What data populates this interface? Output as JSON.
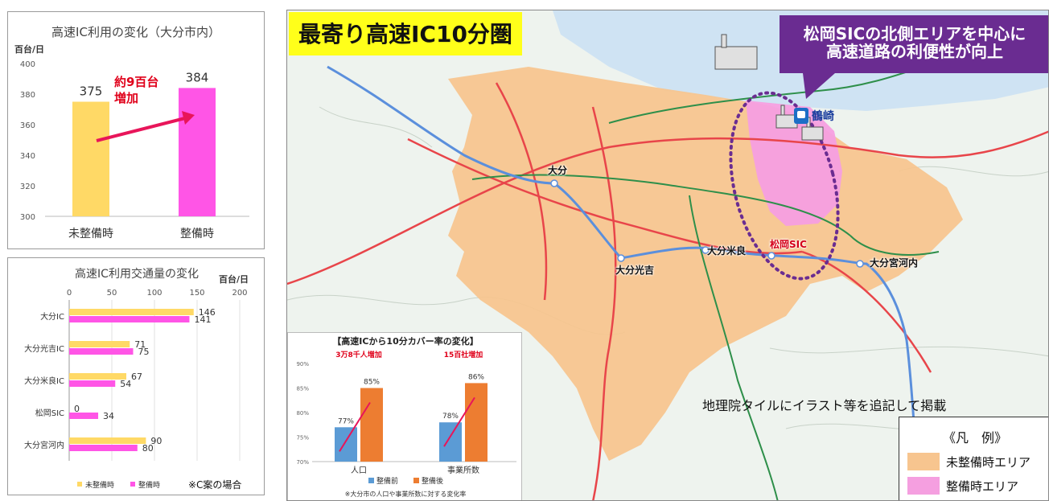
{
  "chart_data": [
    {
      "type": "bar",
      "title": "高速IC利用の変化（大分市内）",
      "ylabel": "百台/日",
      "categories": [
        "未整備時",
        "整備時"
      ],
      "values": [
        375,
        384
      ],
      "data_labels": [
        "375",
        "384"
      ],
      "ylim": [
        300,
        400
      ],
      "yticks": [
        300,
        320,
        340,
        360,
        380,
        400
      ],
      "colors": [
        "#ffd966",
        "#ff55e6"
      ],
      "annotation": "約9百台増加",
      "grid": false
    },
    {
      "type": "bar",
      "orientation": "horizontal",
      "title": "高速IC利用交通量の変化",
      "unit": "百台/日",
      "categories": [
        "大分IC",
        "大分光吉IC",
        "大分米良IC",
        "松岡SIC",
        "大分宮河内"
      ],
      "series": [
        {
          "name": "未整備時",
          "values": [
            146,
            71,
            67,
            0,
            90
          ],
          "color": "#ffd966"
        },
        {
          "name": "整備時",
          "values": [
            141,
            75,
            54,
            34,
            80
          ],
          "color": "#ff55e6"
        }
      ],
      "xlim": [
        0,
        200
      ],
      "xticks": [
        0,
        50,
        100,
        150,
        200
      ],
      "legend": "bottom",
      "note": "※C案の場合"
    },
    {
      "type": "bar",
      "title": "【高速ICから10分カバー率の変化】",
      "categories": [
        "人口",
        "事業所数"
      ],
      "series": [
        {
          "name": "整備前",
          "values": [
            77,
            78
          ],
          "color": "#5b9bd5"
        },
        {
          "name": "整備後",
          "values": [
            85,
            86
          ],
          "color": "#ed7d31"
        }
      ],
      "data_labels": [
        [
          "77%",
          "85%"
        ],
        [
          "78%",
          "86%"
        ]
      ],
      "ylim": [
        70,
        90
      ],
      "yticks": [
        "70%",
        "75%",
        "80%",
        "85%",
        "90%"
      ],
      "category_annotations": [
        "3万8千人増加",
        "15百社増加"
      ],
      "legend": "bottom",
      "footnote": "※大分市の人口や事業所数に対する変化率"
    }
  ],
  "map": {
    "title": "最寄り高速IC10分圏",
    "callout": [
      "松岡SICの北側エリアを中心に",
      "高速道路の利便性が向上"
    ],
    "station": "鶴崎",
    "places": {
      "oita": "大分",
      "mitsuyoshi": "大分光吉",
      "mera": "大分米良",
      "matsuoka": "松岡SIC",
      "miyakawauchi": "大分宮河内"
    },
    "credit": "地理院タイルにイラスト等を追記して掲載",
    "legend": {
      "title": "《凡　例》",
      "items": [
        {
          "label": "未整備時エリア",
          "color": "#f7c58f"
        },
        {
          "label": "整備時エリア",
          "color": "#f59fe0"
        }
      ]
    },
    "colors": {
      "orange_area": "#f7c58f",
      "pink_area": "#f59fe0",
      "sea": "#cfe3f3",
      "expressway": "#5b8fdc",
      "national_road": "#e8454a",
      "green_road": "#2e8f4a",
      "ellipse": "#6a2c91"
    }
  }
}
